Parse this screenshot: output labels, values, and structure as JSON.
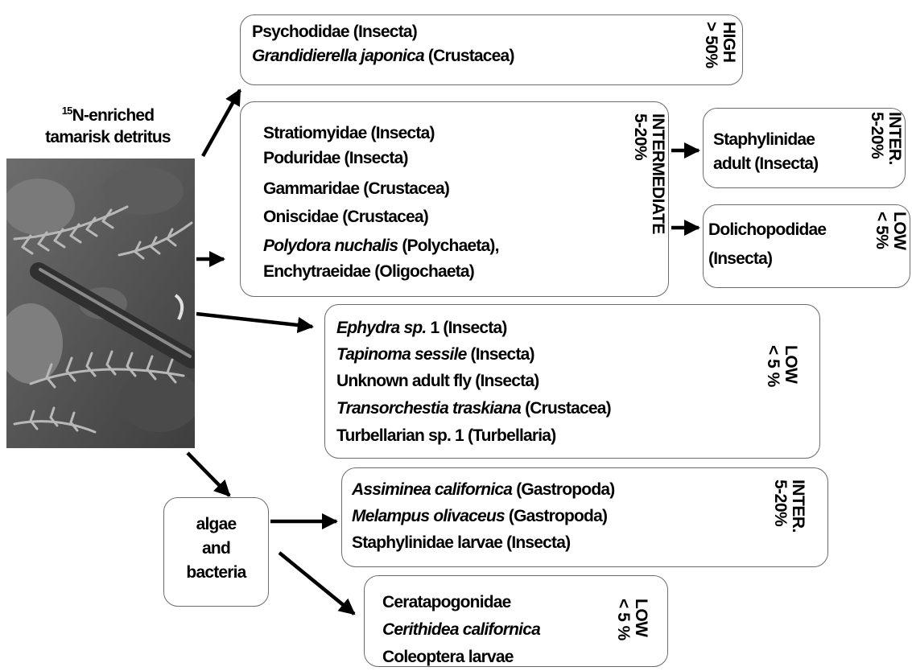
{
  "source": {
    "sup": "15",
    "line1_rest": "N-enriched",
    "line2": "tamarisk detritus",
    "image": "tamarisk-detritus-photo"
  },
  "algae": {
    "line1": "algae",
    "line2": "and",
    "line3": "bacteria"
  },
  "boxes": {
    "high": {
      "rows": [
        {
          "name": "Psychodidae",
          "taxon": "(Insecta)"
        },
        {
          "name": "Grandidierella japonica",
          "taxon": "(Crustacea)"
        }
      ],
      "level": "HIGH",
      "pct": "> 50%"
    },
    "intermediate": {
      "rows": [
        {
          "name": "Stratiomyidae",
          "taxon": "(Insecta)"
        },
        {
          "name": "Poduridae",
          "taxon": "(Insecta)"
        },
        {
          "name": "Gammaridae",
          "taxon": "(Crustacea)"
        },
        {
          "name": "Oniscidae",
          "taxon": "(Crustacea)"
        },
        {
          "name": "Polydora nuchalis",
          "taxon": "(Polychaeta),"
        },
        {
          "name": "Enchytraeidae",
          "taxon": "(Oligochaeta)"
        }
      ],
      "level": "INTERMEDIATE",
      "pct": "5-20%"
    },
    "staphylinidae_adult": {
      "rows": [
        {
          "name": "Staphylinidae",
          "taxon": ""
        },
        {
          "name": "adult",
          "taxon": "(Insecta)"
        }
      ],
      "level": "INTER.",
      "pct": "5-20%"
    },
    "dolichopodidae": {
      "rows": [
        {
          "name": "Dolichopodidae",
          "taxon": ""
        },
        {
          "name": "",
          "taxon": "(Insecta)"
        }
      ],
      "level": "LOW",
      "pct": "< 5%"
    },
    "low_detritus": {
      "rows": [
        {
          "name": "Ephydra sp.",
          "suffix": " 1",
          "taxon": "(Insecta)"
        },
        {
          "name": "Tapinoma sessile",
          "taxon": "(Insecta)"
        },
        {
          "name": "Unknown adult fly",
          "taxon": "(Insecta)"
        },
        {
          "name": "Transorchestia traskiana",
          "taxon": "(Crustacea)"
        },
        {
          "name": "Turbellarian sp. 1",
          "taxon": "(Turbellaria)"
        }
      ],
      "level": "LOW",
      "pct": "< 5 %"
    },
    "inter_algae": {
      "rows": [
        {
          "name": "Assiminea californica",
          "taxon": "(Gastropoda)"
        },
        {
          "name": "Melampus olivaceus",
          "taxon": "(Gastropoda)"
        },
        {
          "name": "Staphylinidae larvae",
          "taxon": "(Insecta)"
        }
      ],
      "level": "INTER.",
      "pct": "5-20%"
    },
    "low_algae": {
      "rows": [
        {
          "name": "Ceratapogonidae",
          "taxon": ""
        },
        {
          "name": "Cerithidea californica",
          "taxon": ""
        },
        {
          "name": "Coleoptera larvae",
          "taxon": ""
        }
      ],
      "level": "LOW",
      "pct": "< 5 %"
    }
  },
  "colors": {
    "box_border": "#6b6b6b",
    "arrow": "#000000",
    "text": "#000000"
  }
}
